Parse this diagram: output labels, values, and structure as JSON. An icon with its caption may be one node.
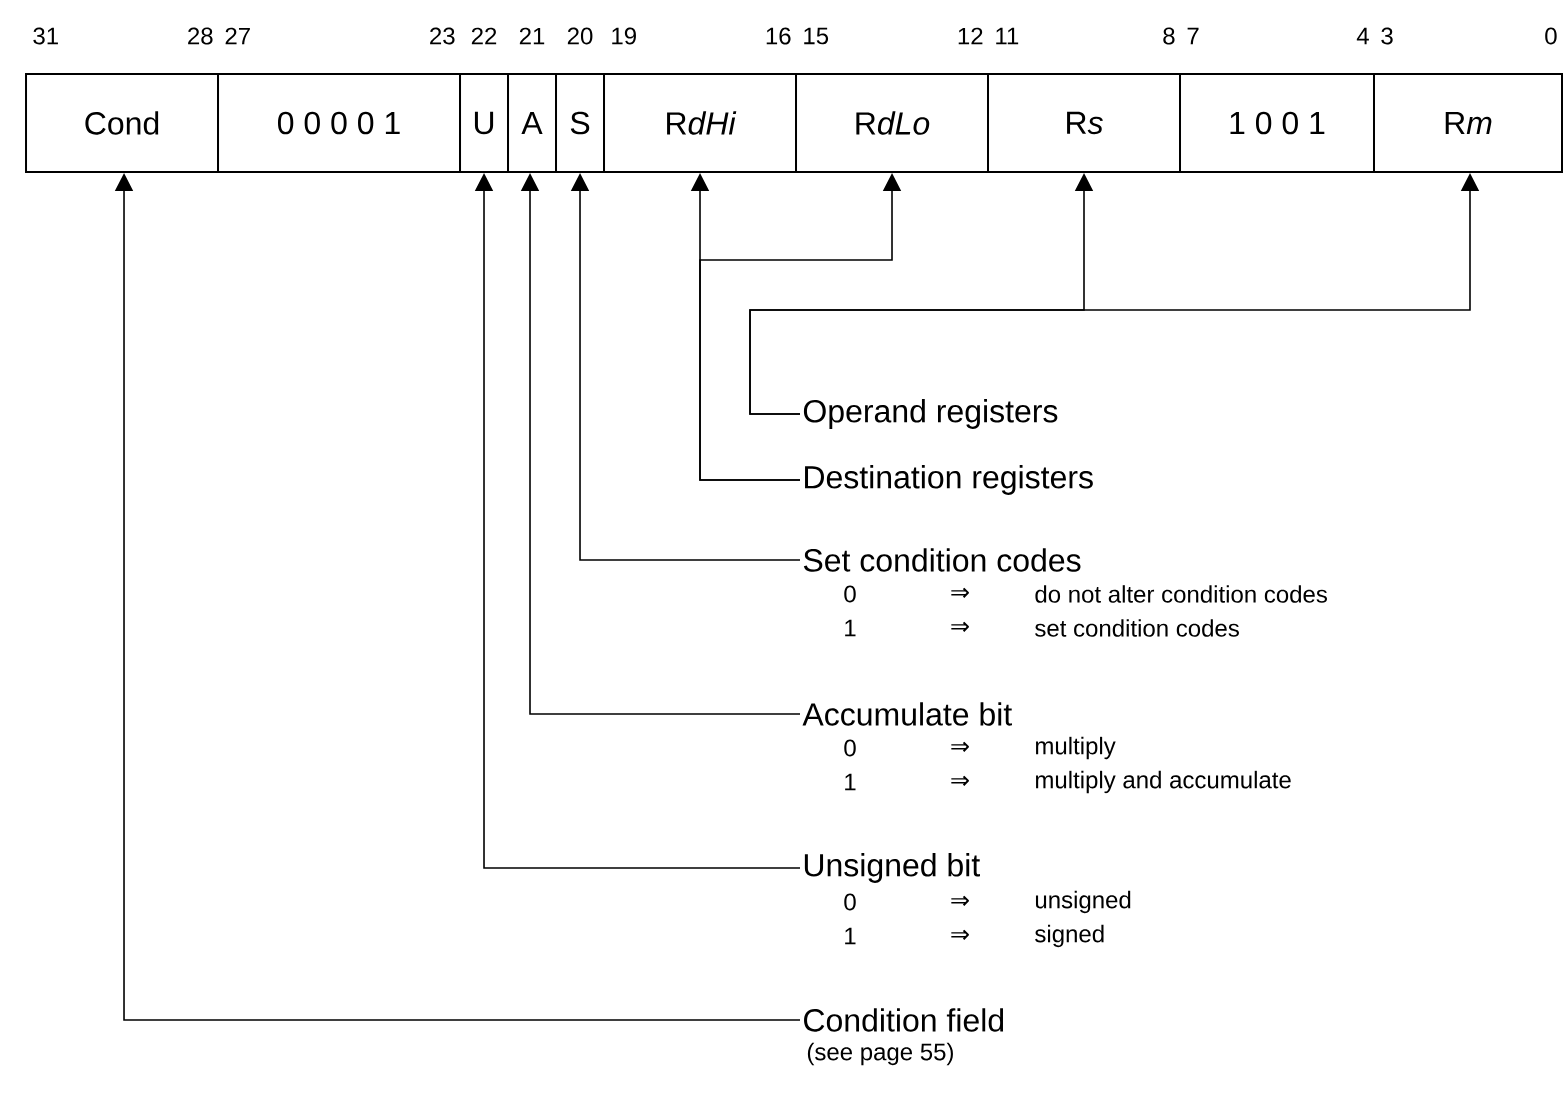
{
  "diagram": {
    "nodes": [
      {
        "text": [
          "Cond"
        ],
        "beside": [
          "31",
          "28"
        ]
      },
      {
        "text": [
          "0 0 0 0 1"
        ],
        "beside": [
          "27",
          "23"
        ]
      },
      {
        "text": [
          "U"
        ],
        "beside": [
          "22"
        ]
      },
      {
        "text": [
          "A"
        ],
        "beside": [
          "21"
        ]
      },
      {
        "text": [
          "S"
        ],
        "beside": [
          "20"
        ]
      },
      {
        "text": [
          "R",
          "dHi"
        ],
        "beside": [
          "19",
          "16"
        ]
      },
      {
        "text": [
          "R",
          "dLo"
        ],
        "beside": [
          "15",
          "12"
        ]
      },
      {
        "text": [
          "R",
          "s"
        ],
        "beside": [
          "11",
          "8"
        ]
      },
      {
        "text": [
          "1 0 0 1"
        ],
        "beside": [
          "7",
          "4"
        ]
      },
      {
        "text": [
          "R",
          "m"
        ],
        "beside": [
          "3",
          "0"
        ]
      },
      {
        "text": [
          "Operand registers"
        ]
      },
      {
        "text": [
          "Destination registers"
        ]
      },
      {
        "text": [
          "Set condition codes",
          "0",
          "⇒",
          "do not alter condition codes",
          "1",
          "⇒",
          "set condition codes"
        ]
      },
      {
        "text": [
          "Accumulate bit",
          "0",
          "⇒",
          "multiply",
          "1",
          "⇒",
          "multiply and accumulate"
        ]
      },
      {
        "text": [
          "Unsigned bit",
          "0",
          "⇒",
          "unsigned",
          "1",
          "⇒",
          "signed"
        ]
      },
      {
        "text": [
          "Condition field",
          "(see page 55)"
        ]
      }
    ],
    "edges": [
      {
        "from": 10,
        "to": 7,
        "arrow": "to"
      },
      {
        "from": 10,
        "to": 9,
        "arrow": "to"
      },
      {
        "from": 11,
        "to": 5,
        "arrow": "to"
      },
      {
        "from": 11,
        "to": 6,
        "arrow": "to"
      },
      {
        "from": 12,
        "to": 4,
        "arrow": "to"
      },
      {
        "from": 13,
        "to": 3,
        "arrow": "to"
      },
      {
        "from": 14,
        "to": 2,
        "arrow": "to"
      },
      {
        "from": 15,
        "to": 0,
        "arrow": "to"
      }
    ]
  }
}
